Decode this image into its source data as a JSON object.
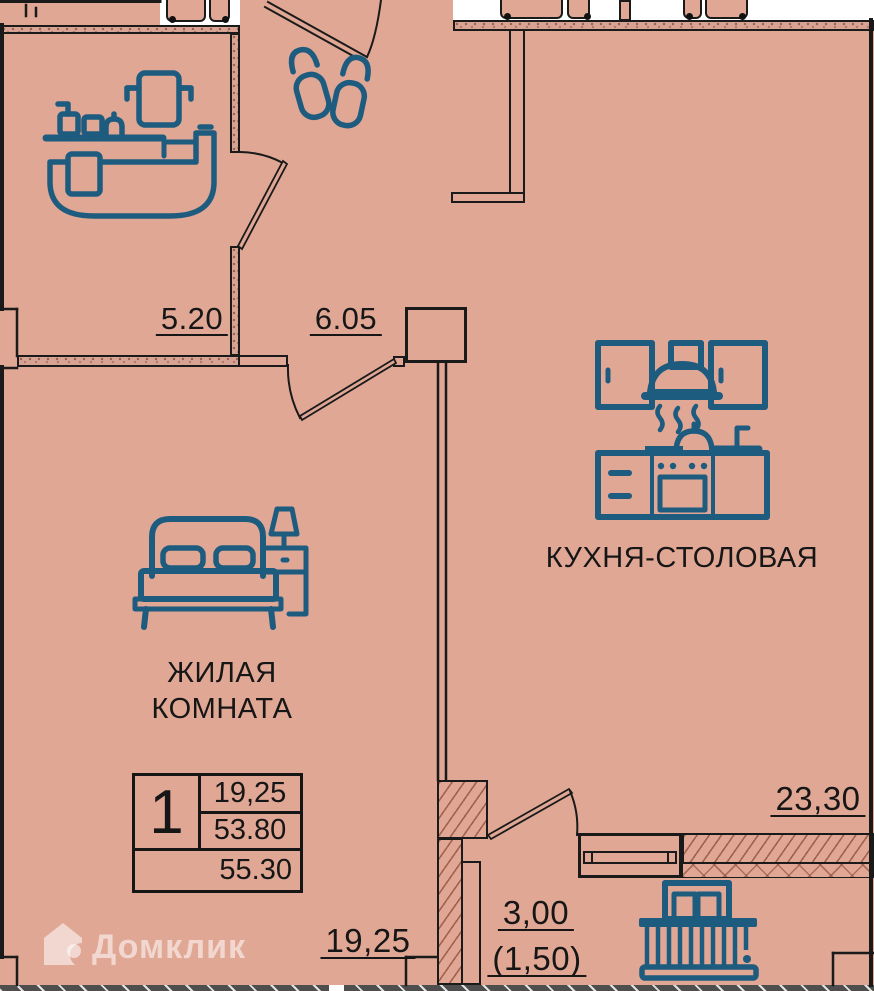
{
  "colors": {
    "background": "#e0a795",
    "wall_line": "#1a1a1a",
    "icon_blue": "#1d5b7f",
    "text": "#161616",
    "dark_outer_band": "#4e4e4e"
  },
  "rooms": {
    "bathroom": {
      "area": "5.20"
    },
    "hallway": {
      "area": "6.05"
    },
    "living_room": {
      "name_line1": "ЖИЛАЯ",
      "name_line2": "КОМНАТА",
      "width_dim": "19,25"
    },
    "kitchen_dining": {
      "name": "КУХНЯ-СТОЛОВАЯ",
      "width_dim": "23,30"
    },
    "balcony": {
      "area_full": "3,00",
      "area_reduced": "(1,50)"
    }
  },
  "summary_table": {
    "rooms_count": "1",
    "living_area": "19,25",
    "area_without_balcony": "53.80",
    "total_area": "55.30"
  },
  "watermark": {
    "brand": "Домклик"
  },
  "icons": {
    "bathroom": "bathtub-icon",
    "hallway": "slippers-icon",
    "living_room": "bed-icon",
    "kitchen": "kitchen-stove-icon",
    "balcony": "balcony-railing-icon",
    "watermark": "house-logo-icon"
  }
}
